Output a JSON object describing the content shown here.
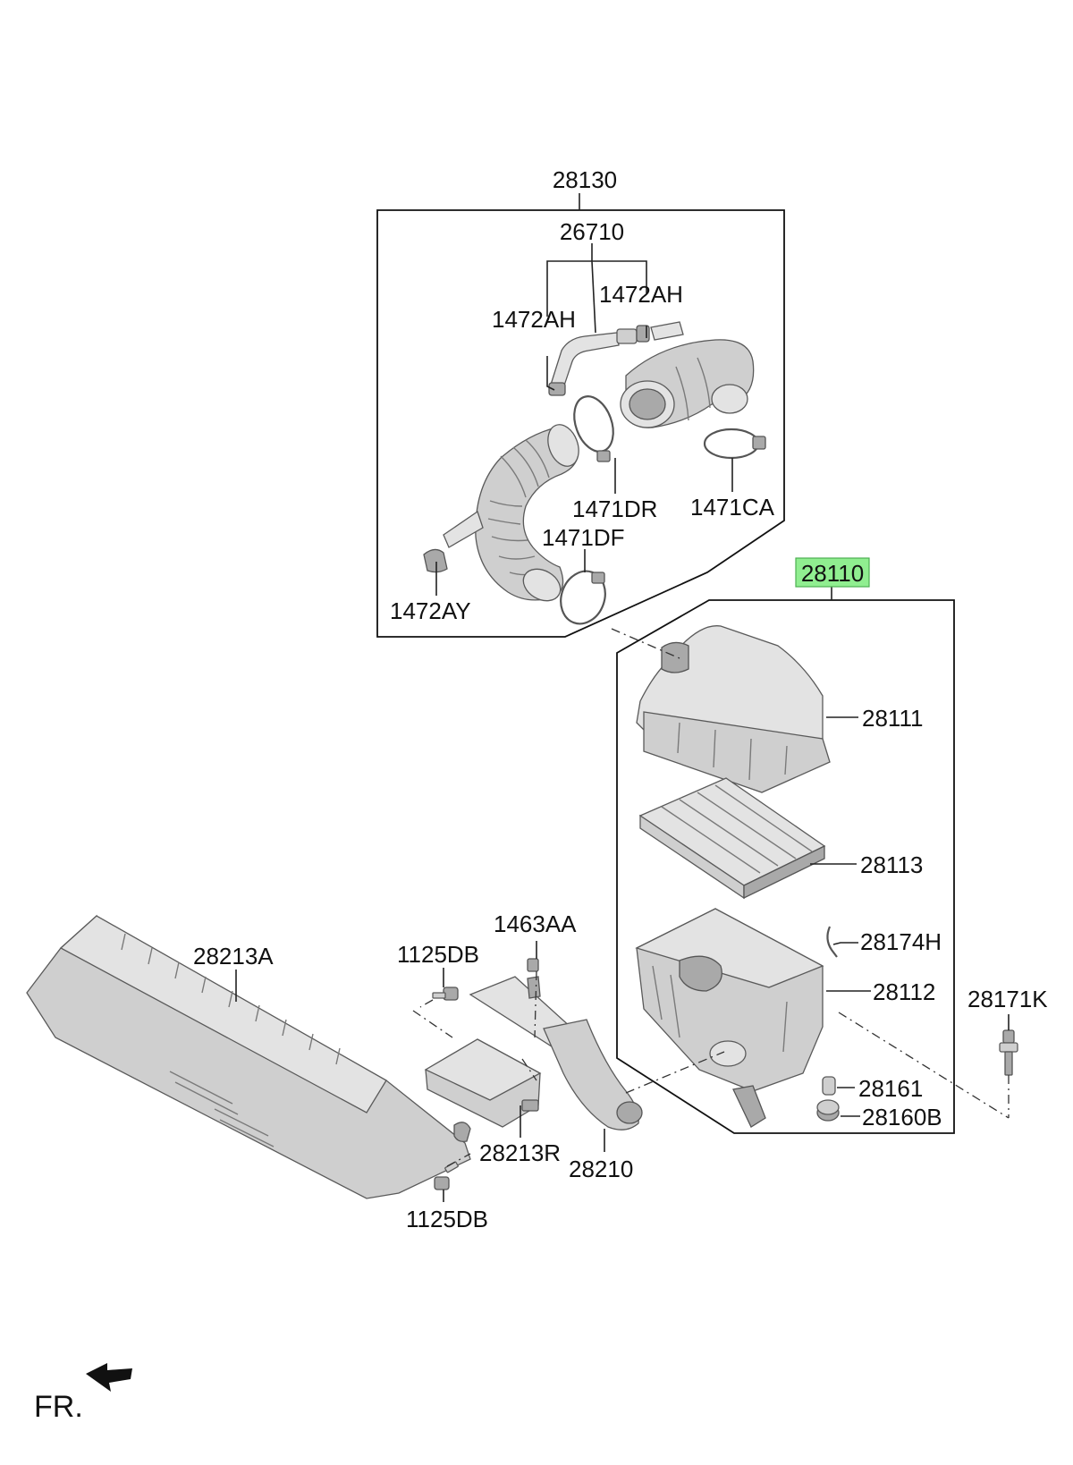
{
  "highlight_color": "#90ee90",
  "labels": {
    "p28130": "28130",
    "p26710": "26710",
    "p1472AH_right": "1472AH",
    "p1472AH_left": "1472AH",
    "p1471DR": "1471DR",
    "p1471CA": "1471CA",
    "p1471DF": "1471DF",
    "p1472AY": "1472AY",
    "p28110": "28110",
    "p28111": "28111",
    "p28113": "28113",
    "p28174H": "28174H",
    "p28112": "28112",
    "p28171K": "28171K",
    "p28161": "28161",
    "p28160B": "28160B",
    "p1463AA": "1463AA",
    "p1125DB_top": "1125DB",
    "p28213A": "28213A",
    "p28213R": "28213R",
    "p28210": "28210",
    "p1125DB_bottom": "1125DB"
  },
  "orientation": {
    "text": "FR.",
    "icon": "front-direction-arrow-icon"
  }
}
